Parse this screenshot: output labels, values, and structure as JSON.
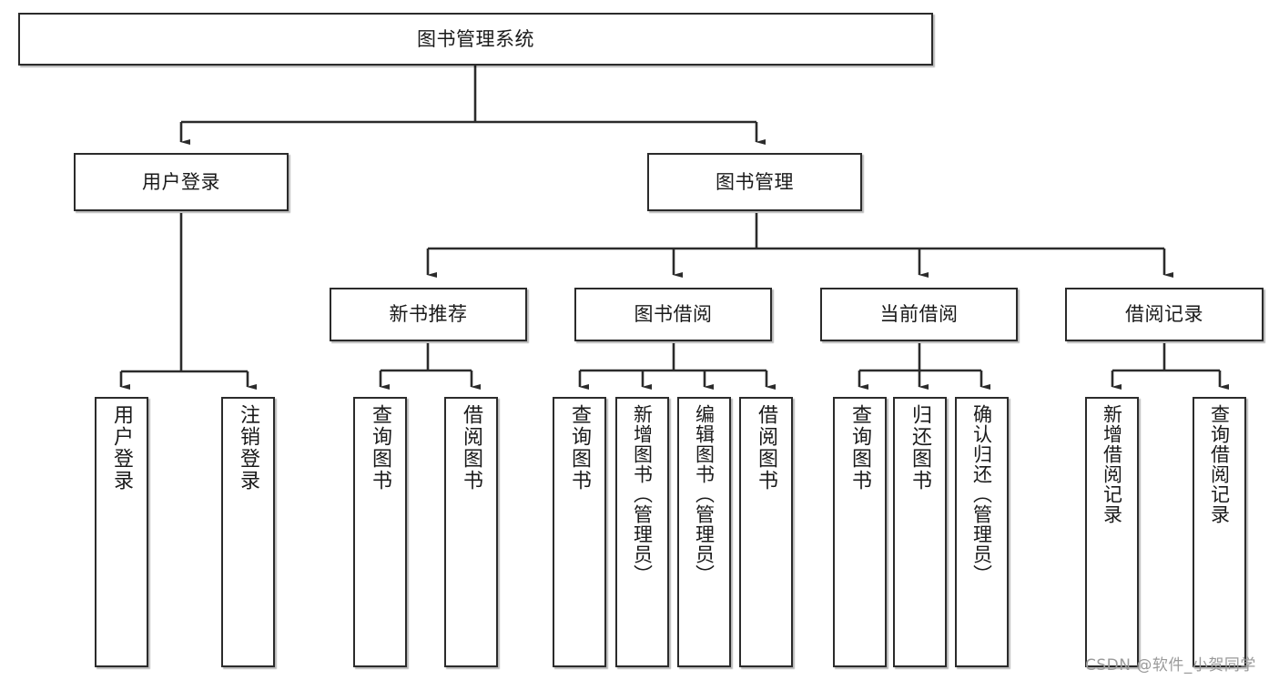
{
  "diagram": {
    "title": "图书管理系统",
    "type": "tree-hierarchy-chart",
    "root": {
      "label": "图书管理系统"
    },
    "level2": [
      {
        "label": "用户登录"
      },
      {
        "label": "图书管理"
      }
    ],
    "level3": [
      {
        "label": "新书推荐"
      },
      {
        "label": "图书借阅"
      },
      {
        "label": "当前借阅"
      },
      {
        "label": "借阅记录"
      }
    ],
    "leaves": {
      "user_login": [
        {
          "label": "用户登录"
        },
        {
          "label": "注销登录"
        }
      ],
      "new_book_recommend": [
        {
          "label": "查询图书"
        },
        {
          "label": "借阅图书"
        }
      ],
      "book_borrow": [
        {
          "label": "查询图书"
        },
        {
          "label": "新增图书（管理员）"
        },
        {
          "label": "编辑图书（管理员）"
        },
        {
          "label": "借阅图书"
        }
      ],
      "current_borrow": [
        {
          "label": "查询图书"
        },
        {
          "label": "归还图书"
        },
        {
          "label": "确认归还（管理员）"
        }
      ],
      "borrow_record": [
        {
          "label": "新增借阅记录"
        },
        {
          "label": "查询借阅记录"
        }
      ]
    }
  },
  "watermark": {
    "text": "CSDN @软件_小贺同学"
  },
  "colors": {
    "border": "#2b2b2b",
    "background": "#ffffff",
    "text": "#1a1a1a",
    "watermark": "#9a9a9a"
  }
}
